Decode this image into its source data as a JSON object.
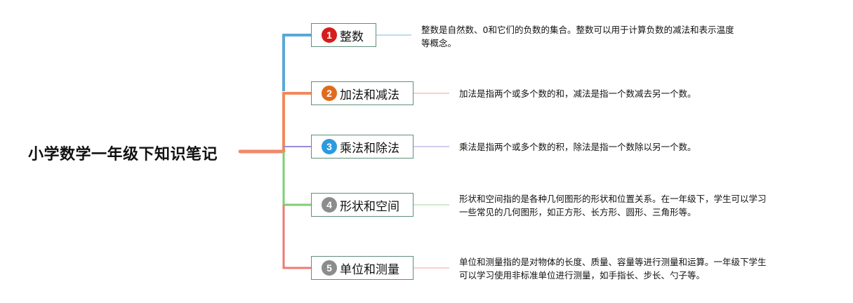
{
  "root": {
    "title": "小学数学一年级下知识笔记"
  },
  "branches": [
    {
      "number": "1",
      "label": "整数",
      "color": "#d61d1d",
      "line_color": "#5aa7d8",
      "note": [
        "整数是自然数、0和它们的负数的集合。整数可以用于计算负数的减法和表示温度",
        "等概念。"
      ]
    },
    {
      "number": "2",
      "label": "加法和减法",
      "color": "#e06a1e",
      "line_color": "#f08a5d",
      "note": [
        "加法是指两个或多个数的和，减法是指一个数减去另一个数。"
      ]
    },
    {
      "number": "3",
      "label": "乘法和除法",
      "color": "#2b9be0",
      "line_color": "#9b8ad6",
      "note": [
        "乘法是指两个或多个数的积，除法是指一个数除以另一个数。"
      ]
    },
    {
      "number": "4",
      "label": "形状和空间",
      "color": "#8c8c8c",
      "line_color": "#7fcf72",
      "note": [
        "形状和空间指的是各种几何图形的形状和位置关系。在一年级下，学生可以学习",
        "一些常见的几何图形，如正方形、长方形、圆形、三角形等。"
      ]
    },
    {
      "number": "5",
      "label": "单位和测量",
      "color": "#8c8c8c",
      "line_color": "#ee7a72",
      "note": [
        "单位和测量指的是对物体的长度、质量、容量等进行测量和运算。一年级下学生",
        "可以学习使用非标准单位进行测量，如手指长、步长、勺子等。"
      ]
    }
  ]
}
